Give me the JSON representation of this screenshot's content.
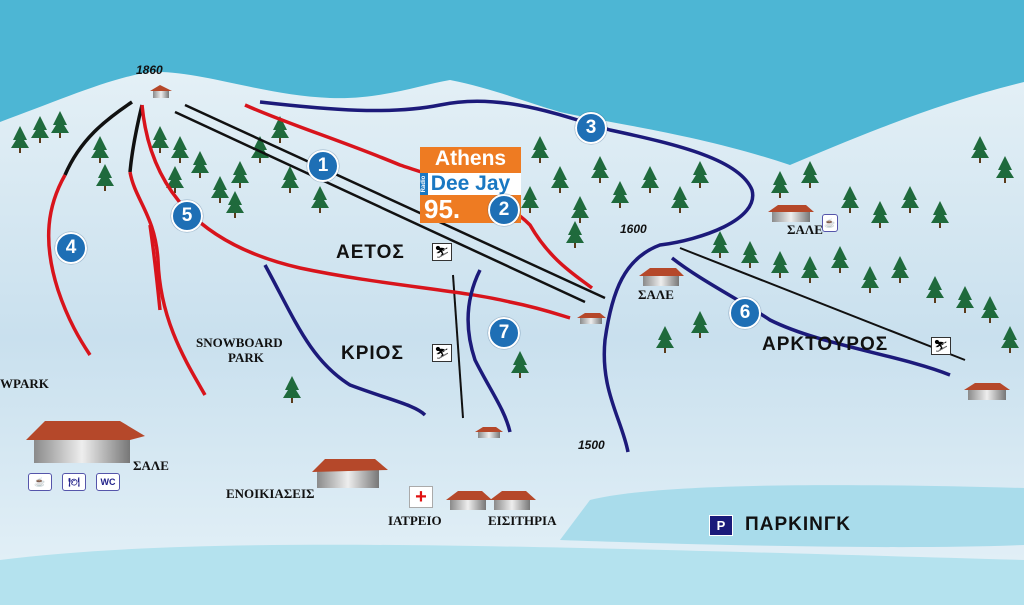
{
  "altitudes": {
    "top": "1860",
    "middle": "1600",
    "bottom": "1500"
  },
  "lifts": [
    {
      "name": "ΑΕΤΟΣ"
    },
    {
      "name": "ΚΡΙΟΣ"
    },
    {
      "name": "ΑΡΚΤΟΥΡΟΣ"
    }
  ],
  "slopes": [
    "1",
    "2",
    "3",
    "4",
    "5",
    "6",
    "7"
  ],
  "labels": {
    "chalet": "ΣΑΛΕ",
    "snowpark_left": "WPARK",
    "snowboard_park_line1": "SNOWBOARD",
    "snowboard_park_line2": "PARK",
    "rentals": "ΕΝΟΙΚΙΑΣΕΙΣ",
    "infirmary": "ΙΑΤΡΕΙΟ",
    "tickets": "ΕΙΣΙΤΗΡΙΑ",
    "parking": "ΠΑΡΚΙΝΓΚ",
    "parking_icon": "P",
    "wc": "WC",
    "first_aid": "+"
  },
  "sponsor": {
    "line1": "Athens",
    "line2": "Dee Jay",
    "line3": "95.",
    "small": "Radio"
  },
  "colors": {
    "sky": "#4db6d4",
    "snow": "#d4e8f2",
    "red_slope": "#d8141c",
    "blue_slope": "#1c1a7a",
    "black_slope": "#111111",
    "marker": "#1e6fb5",
    "roof": "#b5482a"
  }
}
